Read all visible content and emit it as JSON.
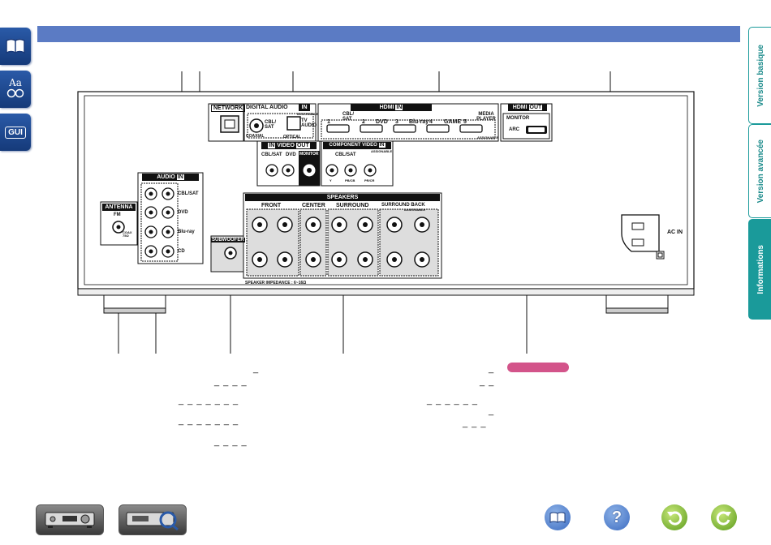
{
  "tabs": {
    "basic": "Version basique",
    "advanced": "Version avancée",
    "info": "Informations"
  },
  "left_icons": [
    "book-icon",
    "font-icon",
    "gui-icon"
  ],
  "gui_label": "GUI",
  "font_label": "Aa",
  "panel": {
    "network": "NETWORK",
    "digital_audio": "DIGITAL AUDIO",
    "in": "IN",
    "out": "OUT",
    "assignable": "ASSIGNABLE",
    "cbl_sat": "CBL/ SAT",
    "tv_audio": "TV AUDIO",
    "coaxial": "COAXIAL",
    "optical": "OPTICAL",
    "hdmi_in": "HDMI",
    "hdmi_inputs": [
      "1",
      "2",
      "3",
      "4",
      "5"
    ],
    "hdmi_names": [
      "CBL/ SAT",
      "DVD",
      "Blu-ray",
      "GAME",
      "MEDIA PLAYER"
    ],
    "hdmi_out": "HDMI",
    "monitor": "MONITOR",
    "arc": "ARC",
    "video": "VIDEO",
    "video_inputs": [
      "CBL/SAT",
      "DVD"
    ],
    "component_video": "COMPONENT VIDEO",
    "component_cbl": "CBL/SAT",
    "pb_cb": "PB/CB",
    "pr_cr": "PR/CR",
    "y": "Y",
    "audio": "AUDIO",
    "audio_inputs": [
      "CBL/SAT",
      "DVD",
      "Blu-ray",
      "CD"
    ],
    "antenna": "ANTENNA",
    "fm": "FM",
    "coax": "COAX 75Ω",
    "speakers": "SPEAKERS",
    "front": "FRONT",
    "center": "CENTER",
    "surround": "SURROUND",
    "surround_back": "SURROUND BACK",
    "subwoofer": "SUBWOOFER",
    "impedance": "SPEAKER IMPEDANCE : 6~16Ω",
    "ac_in": "AC IN"
  },
  "index_left": [
    "_",
    "_ _ _ _",
    "_ _ _ _ _ _ _",
    "_ _ _ _ _ _ _",
    "_ _ _ _"
  ],
  "index_right": [
    "_",
    "_ _",
    "_ _ _ _ _ _",
    "_",
    "_ _ _"
  ],
  "nav_icons": [
    "book-icon",
    "help-icon",
    "back-icon",
    "forward-icon"
  ]
}
